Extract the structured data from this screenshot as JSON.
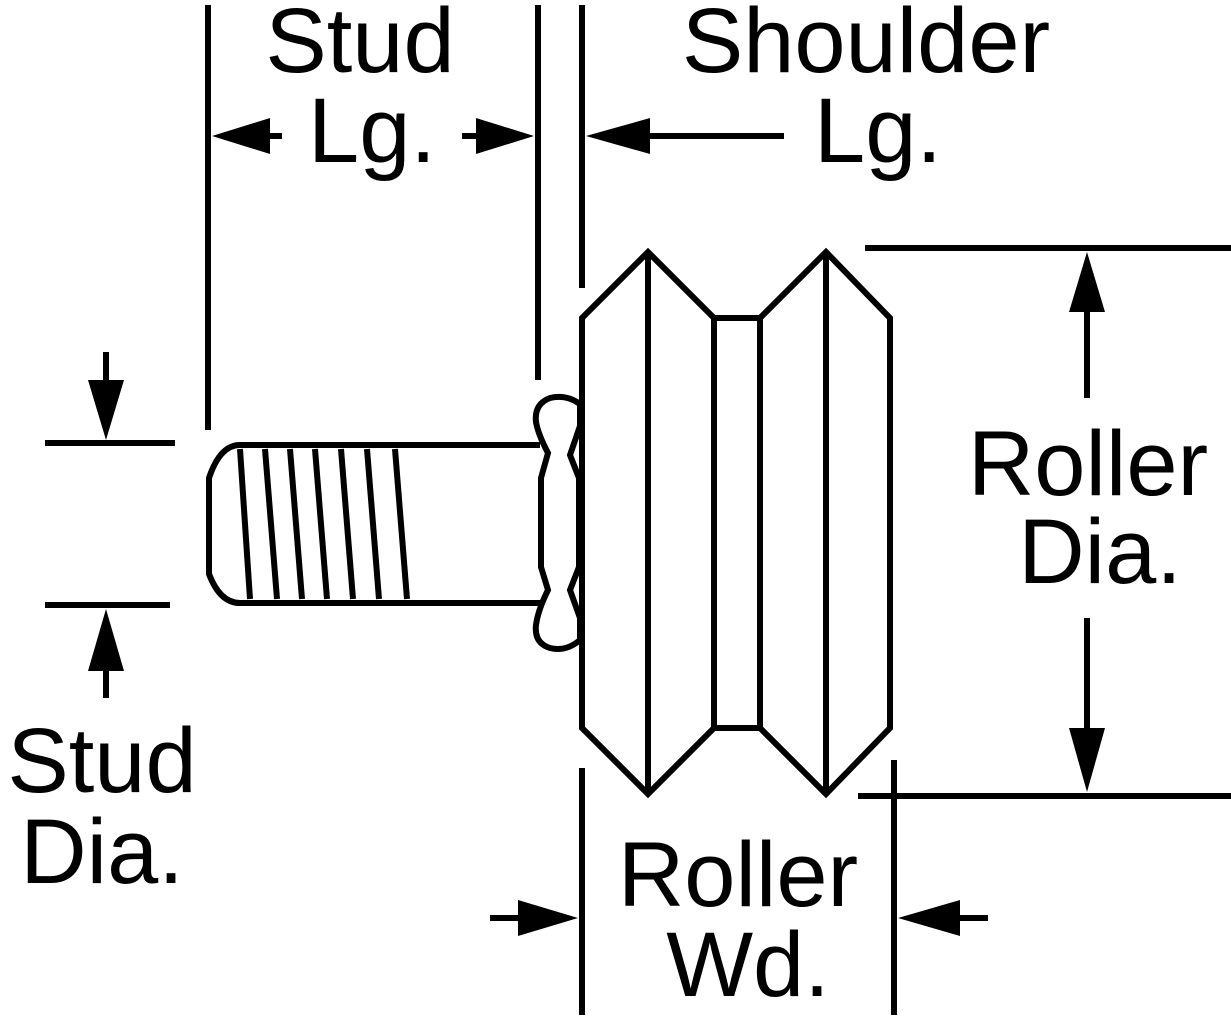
{
  "labels": {
    "stud_lg": [
      "Stud",
      "Lg."
    ],
    "shoulder_lg": [
      "Shoulder",
      "Lg."
    ],
    "roller_dia": [
      "Roller",
      "Dia."
    ],
    "stud_dia": [
      "Stud",
      "Dia."
    ],
    "roller_wd": [
      "Roller",
      "Wd."
    ]
  },
  "colors": {
    "line": "#000000",
    "background": "#ffffff"
  }
}
